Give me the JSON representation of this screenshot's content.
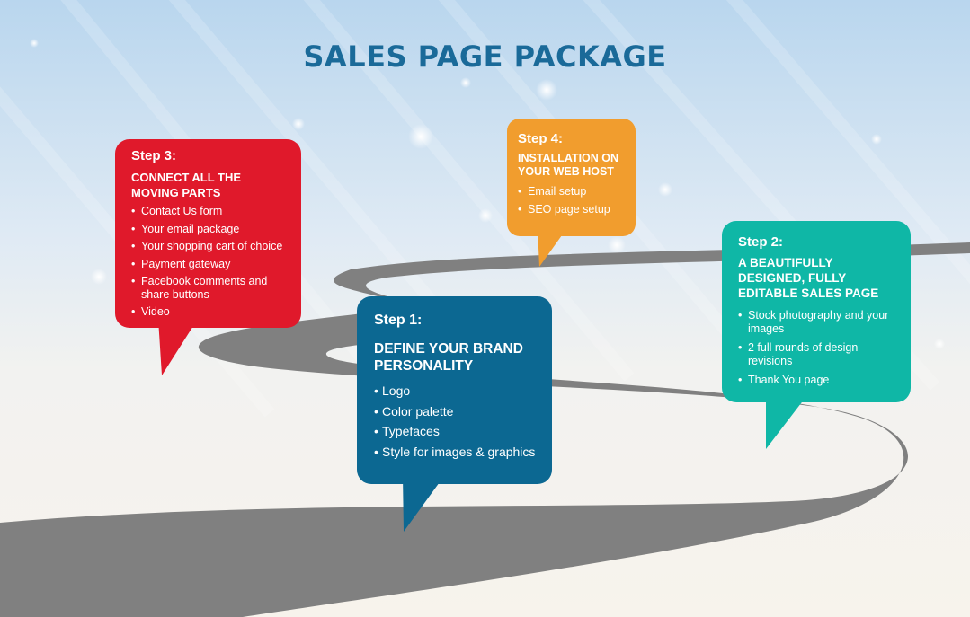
{
  "title": "SALES PAGE PACKAGE",
  "colors": {
    "title": "#1a6a99",
    "step1": "#0c6892",
    "step2": "#0fb7a6",
    "step3": "#e0192b",
    "step4": "#f19d2e",
    "road": "#808080"
  },
  "steps": {
    "step1": {
      "label": "Step 1:",
      "heading": "DEFINE YOUR BRAND PERSONALITY",
      "items": [
        "Logo",
        "Color palette",
        "Typefaces",
        "Style for images & graphics"
      ]
    },
    "step2": {
      "label": "Step 2:",
      "heading": "A BEAUTIFULLY DESIGNED, FULLY EDITABLE SALES PAGE",
      "items": [
        "Stock photography and your images",
        "2 full rounds of design revisions",
        "Thank You page"
      ]
    },
    "step3": {
      "label": "Step 3:",
      "heading": "CONNECT ALL THE MOVING PARTS",
      "items": [
        "Contact Us form",
        "Your email package",
        "Your shopping cart of choice",
        "Payment gateway",
        "Facebook comments and share buttons",
        "Video"
      ]
    },
    "step4": {
      "label": "Step 4:",
      "heading": "INSTALLATION ON YOUR WEB HOST",
      "items": [
        "Email setup",
        "SEO page setup"
      ]
    }
  }
}
